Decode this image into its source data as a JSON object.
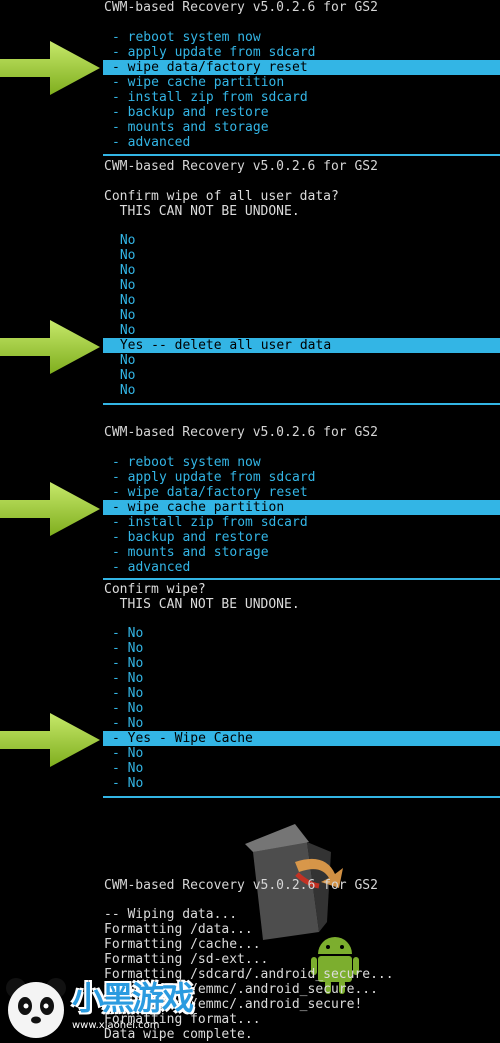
{
  "panel1": {
    "header": "CWM-based Recovery v5.0.2.6 for GS2",
    "items": [
      "- reboot system now",
      "- apply update from sdcard",
      "- wipe data/factory reset",
      "- wipe cache partition",
      "- install zip from sdcard",
      "- backup and restore",
      "- mounts and storage",
      "- advanced"
    ],
    "selected_index": 2
  },
  "panel2": {
    "header": "CWM-based Recovery v5.0.2.6 for GS2",
    "prompt1": "Confirm wipe of all user data?",
    "prompt2": "  THIS CAN NOT BE UNDONE.",
    "items": [
      " No",
      " No",
      " No",
      " No",
      " No",
      " No",
      " No",
      " Yes -- delete all user data",
      " No",
      " No",
      " No"
    ],
    "selected_index": 7
  },
  "panel3": {
    "header": "CWM-based Recovery v5.0.2.6 for GS2",
    "items": [
      "- reboot system now",
      "- apply update from sdcard",
      "- wipe data/factory reset",
      "- wipe cache partition",
      "- install zip from sdcard",
      "- backup and restore",
      "- mounts and storage",
      "- advanced"
    ],
    "selected_index": 3
  },
  "panel4": {
    "prompt1": "Confirm wipe?",
    "prompt2": "  THIS CAN NOT BE UNDONE.",
    "items": [
      "No",
      "No",
      "No",
      "No",
      "No",
      "No",
      "No",
      "Yes - Wipe Cache",
      "No",
      "No",
      "No"
    ],
    "selected_index": 7
  },
  "panel5": {
    "header": "CWM-based Recovery v5.0.2.6 for GS2",
    "log": [
      "-- Wiping data...",
      "Formatting /data...",
      "Formatting /cache...",
      "Formatting /sd-ext...",
      "Formatting /sdcard/.android_secure...",
      "Formatting /emmc/.android_secure...",
      "Formatting /emmc/.android_secure!",
      "Formatting format...",
      "Data wipe complete."
    ]
  },
  "watermark": {
    "text": "小黑游戏",
    "url": "www.xiaohei.com"
  },
  "colors": {
    "accent": "#33b5e5",
    "arrow": "#9acd32",
    "background": "#000000"
  }
}
